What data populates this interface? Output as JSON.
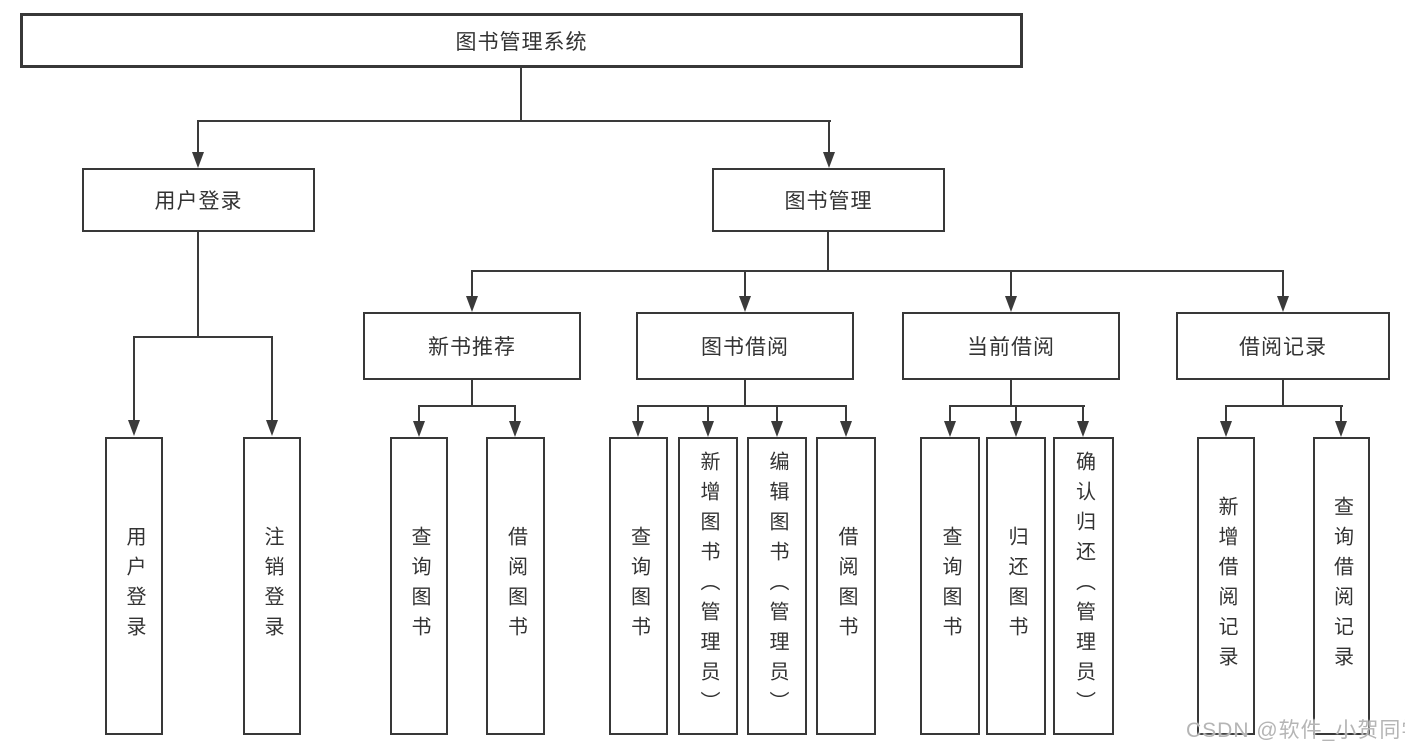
{
  "diagram": {
    "title": "图书管理系统",
    "branches": [
      {
        "label": "用户登录",
        "children": [
          {
            "label": "用户登录"
          },
          {
            "label": "注销登录"
          }
        ]
      },
      {
        "label": "图书管理",
        "groups": [
          {
            "label": "新书推荐",
            "children": [
              {
                "label": "查询图书"
              },
              {
                "label": "借阅图书"
              }
            ]
          },
          {
            "label": "图书借阅",
            "children": [
              {
                "label": "查询图书"
              },
              {
                "label": "新增图书（管理员）"
              },
              {
                "label": "编辑图书（管理员）"
              },
              {
                "label": "借阅图书"
              }
            ]
          },
          {
            "label": "当前借阅",
            "children": [
              {
                "label": "查询图书"
              },
              {
                "label": "归还图书"
              },
              {
                "label": "确认归还（管理员）"
              }
            ]
          },
          {
            "label": "借阅记录",
            "children": [
              {
                "label": "新增借阅记录"
              },
              {
                "label": "查询借阅记录"
              }
            ]
          }
        ]
      }
    ]
  },
  "watermark": "CSDN @软件_小贺同学",
  "colors": {
    "line": "#3a3a3a",
    "box_border": "#383838",
    "text": "#333333",
    "watermark": "#b5b5b5",
    "background": "#ffffff"
  }
}
